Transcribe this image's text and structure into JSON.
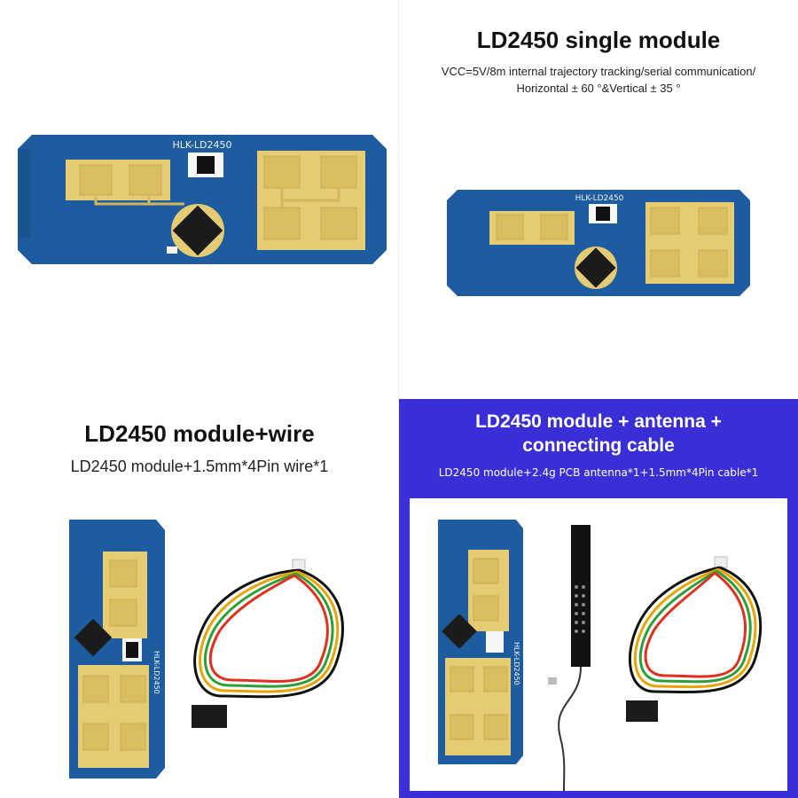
{
  "single": {
    "title": "LD2450 single module",
    "spec_line1": "VCC=5V/8m internal trajectory tracking/serial communication/",
    "spec_line2": "Horizontal ± 60 °&Vertical ± 35 °"
  },
  "module_wire": {
    "title": "LD2450 module+wire",
    "subtitle": "LD2450 module+1.5mm*4Pin wire*1"
  },
  "module_antenna": {
    "title_line1": "LD2450 module + antenna +",
    "title_line2": "connecting cable",
    "subtitle": "LD2450 module+2.4g PCB antenna*1+1.5mm*4Pin cable*1"
  },
  "board_label": "HLK-LD2450",
  "colors": {
    "pcb_blue": "#1d5c9e",
    "pad_gold": "#e4cb74",
    "accent_purple": "#3a2fd6"
  }
}
